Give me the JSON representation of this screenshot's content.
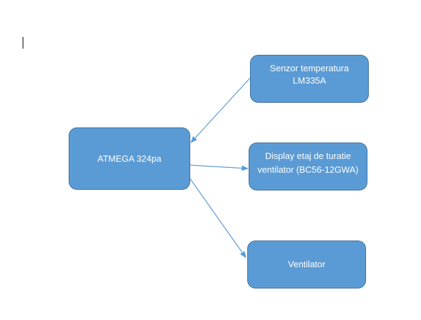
{
  "diagram": {
    "nodes": {
      "mcu": "ATMEGA 324pa",
      "sensor": "Senzor temperatura LM335A",
      "display": "Display etaj de turatie ventilator (BC56-12GWA)",
      "fan": "Ventilator"
    },
    "edges": [
      {
        "from": "sensor",
        "to": "mcu"
      },
      {
        "from": "mcu",
        "to": "display"
      },
      {
        "from": "mcu",
        "to": "fan"
      }
    ],
    "colors": {
      "node_fill": "#5b9bd5",
      "node_border": "#41719c",
      "arrow": "#5b9bd5",
      "text": "#ffffff"
    }
  }
}
